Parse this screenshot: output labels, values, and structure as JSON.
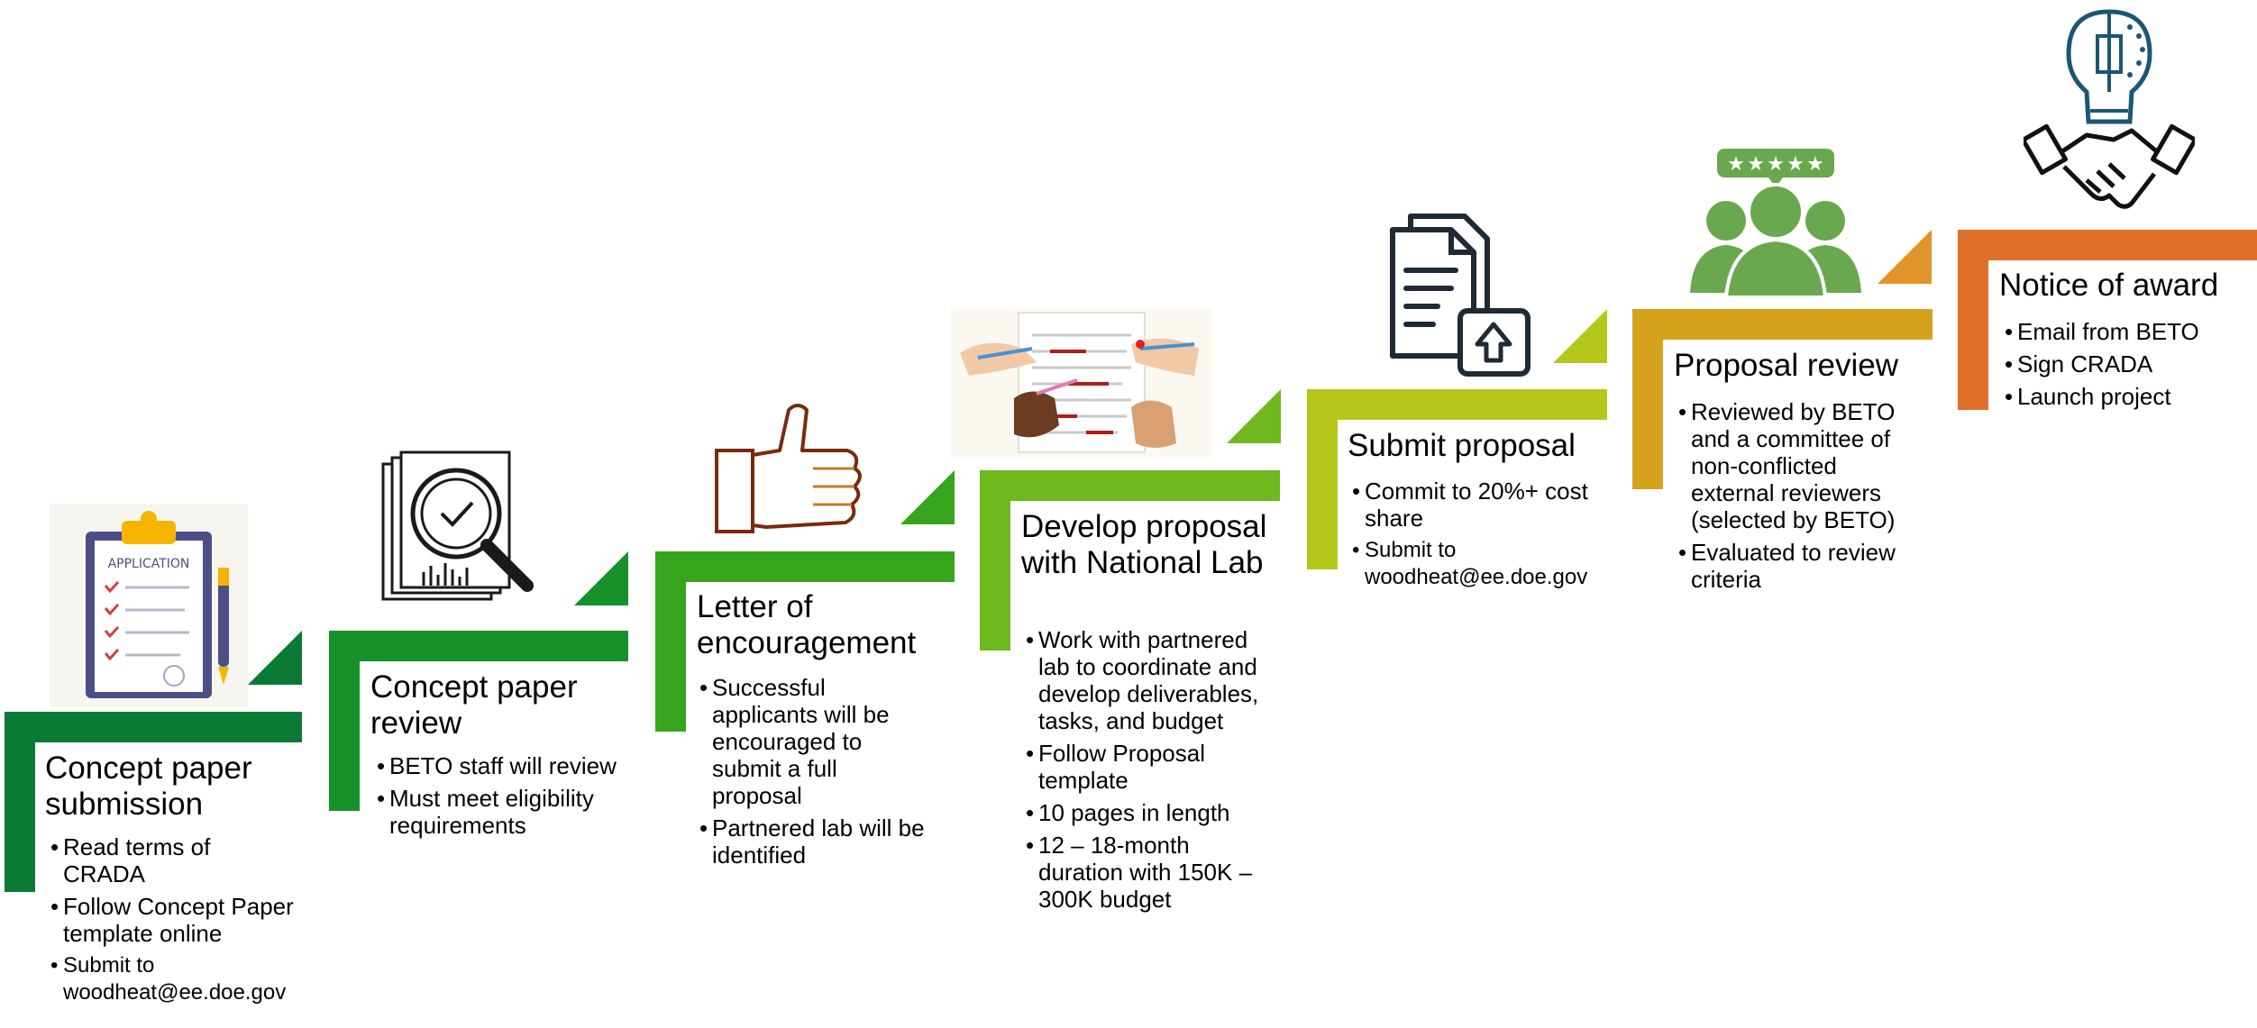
{
  "colors": [
    "#0b7a35",
    "#16912a",
    "#36a41c",
    "#6fb81f",
    "#b6c71b",
    "#d4a21c",
    "#e1702a"
  ],
  "steps": [
    {
      "title": "Concept paper submission",
      "bullets": [
        "Read terms of CRADA",
        "Follow Concept Paper template online",
        "Submit to woodheat@ee.doe.gov"
      ],
      "icon": "clipboard-application-icon",
      "icon_text": "APPLICATION"
    },
    {
      "title": "Concept paper review",
      "bullets": [
        "BETO staff will review",
        "Must meet eligibility requirements"
      ],
      "icon": "document-magnifier-check-icon"
    },
    {
      "title": "Letter of encouragement",
      "bullets": [
        "Successful applicants will be encouraged to submit a full proposal",
        "Partnered lab will be identified"
      ],
      "icon": "thumbs-up-icon"
    },
    {
      "title": "Develop proposal with National Lab",
      "bullets": [
        "Work with partnered lab to coordinate and develop deliverables, tasks, and budget",
        "Follow Proposal template",
        "10 pages in length",
        "12 – 18-month duration with 150K – 300K budget"
      ],
      "icon": "hands-editing-document-icon"
    },
    {
      "title": "Submit proposal",
      "bullets": [
        "Commit to 20%+ cost share",
        "Submit to woodheat@ee.doe.gov"
      ],
      "icon": "document-upload-icon"
    },
    {
      "title": "Proposal review",
      "bullets": [
        "Reviewed by BETO and a committee of non-conflicted external reviewers (selected by BETO)",
        "Evaluated to review criteria"
      ],
      "icon": "reviewers-five-stars-icon"
    },
    {
      "title": "Notice of award",
      "bullets": [
        "Email from BETO",
        "Sign CRADA",
        "Launch project"
      ],
      "icon": "handshake-lightbulb-icon"
    }
  ]
}
